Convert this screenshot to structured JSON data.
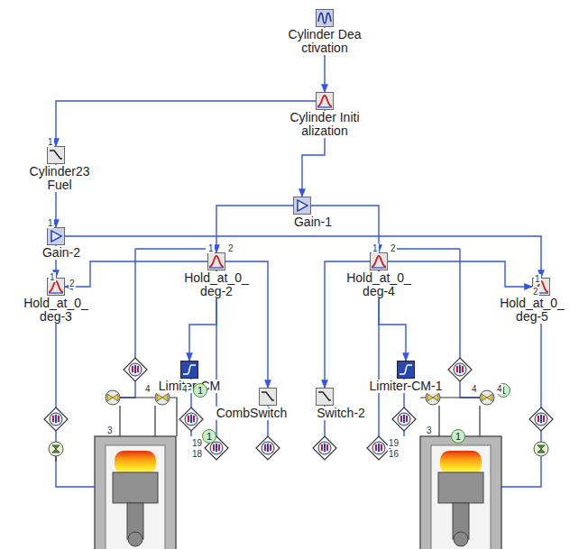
{
  "diagram": {
    "nodes": [
      {
        "text": [
          "Cylinder Deactivation"
        ]
      },
      {
        "text": [
          "Cylinder Initialization"
        ]
      },
      {
        "text": [
          "Cylinder23 Fuel"
        ]
      },
      {
        "text": [
          "Gain-1"
        ]
      },
      {
        "text": [
          "Gain-2"
        ]
      },
      {
        "text": [
          "Hold_at_0_deg-2"
        ]
      },
      {
        "text": [
          "Hold_at_0_deg-4"
        ]
      },
      {
        "text": [
          "Hold_at_0_deg-3"
        ]
      },
      {
        "text": [
          "Hold_at_0_deg-5"
        ]
      },
      {
        "text": [
          "Limiter-CM"
        ]
      },
      {
        "text": [
          "Limiter-CM-1"
        ]
      },
      {
        "text": [
          "CombSwitch"
        ]
      },
      {
        "text": [
          "Switch-2"
        ]
      },
      {
        "text": [
          "1"
        ]
      },
      {
        "text": [
          "1"
        ]
      },
      {
        "text": [
          "1"
        ]
      },
      {
        "text": [
          "1"
        ]
      }
    ],
    "edges": [
      {
        "from": 0,
        "to": 1,
        "arrow": "to"
      },
      {
        "from": 1,
        "to": 2,
        "arrow": "to"
      },
      {
        "from": 1,
        "to": 3,
        "arrow": "to"
      },
      {
        "from": 2,
        "to": 4,
        "arrow": "to"
      },
      {
        "from": 4,
        "to": 7,
        "arrow": "to"
      },
      {
        "from": 4,
        "to": 8,
        "arrow": "to"
      },
      {
        "from": 3,
        "to": 5,
        "arrow": "to"
      },
      {
        "from": 3,
        "to": 6,
        "arrow": "to"
      },
      {
        "from": 5,
        "to": 9,
        "arrow": "to"
      },
      {
        "from": 6,
        "to": 10,
        "arrow": "to"
      },
      {
        "from": 5,
        "to": 7,
        "arrow": "to"
      },
      {
        "from": 6,
        "to": 8,
        "arrow": "to"
      },
      {
        "from": 5,
        "to": 11,
        "arrow": "to"
      },
      {
        "from": 6,
        "to": 12,
        "arrow": "to"
      }
    ],
    "labels": [
      "1",
      "1",
      "2",
      "1",
      "1",
      "2",
      "1",
      "2",
      "1",
      "2",
      "3",
      "4",
      "4",
      "19",
      "18",
      "19",
      "16",
      "3",
      "4",
      "4"
    ]
  }
}
